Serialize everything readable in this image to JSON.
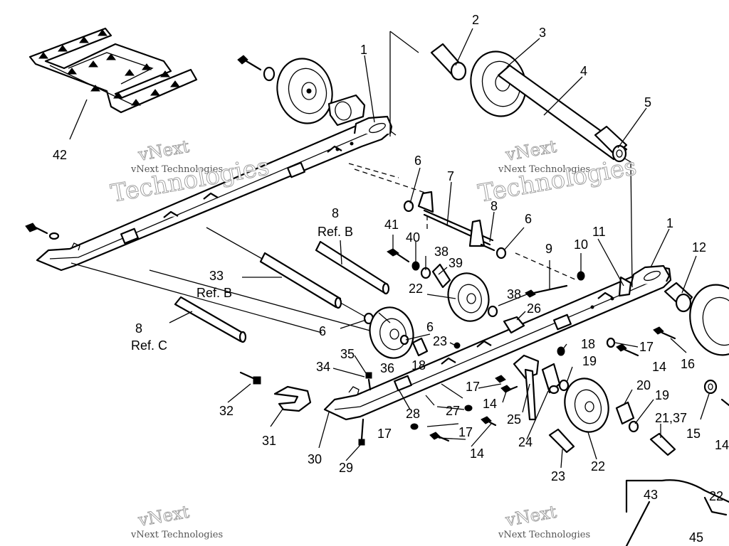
{
  "watermark": {
    "line_top": "vNext",
    "line_small": "vNext Technologies",
    "line_big": "Technologies"
  },
  "callouts": {
    "c1": "1",
    "c1b": "1",
    "c2": "2",
    "c3": "3",
    "c4": "4",
    "c5": "5",
    "c6a": "6",
    "c6b": "6",
    "c6c": "6",
    "c6d": "6",
    "c7": "7",
    "c8a": "8",
    "c8b": "8",
    "c8c": "8",
    "ref_b1": "Ref. B",
    "ref_b2": "Ref. B",
    "ref_c": "Ref. C",
    "c9": "9",
    "c10": "10",
    "c11": "11",
    "c12": "12",
    "c14a": "14",
    "c14b": "14",
    "c14c": "14",
    "c14d": "14",
    "c15": "15",
    "c16": "16",
    "c17a": "17",
    "c17b": "17",
    "c17c": "17",
    "c17d": "17",
    "c18a": "18",
    "c18b": "18",
    "c19a": "19",
    "c19b": "19",
    "c20": "20",
    "c21": "21,37",
    "c22a": "22",
    "c22b": "22",
    "c22c": "22",
    "c23a": "23",
    "c23b": "23",
    "c24": "24",
    "c25": "25",
    "c26": "26",
    "c27": "27",
    "c28": "28",
    "c29": "29",
    "c30": "30",
    "c31": "31",
    "c32": "32",
    "c33": "33",
    "c34": "34",
    "c35": "35",
    "c36": "36",
    "c38a": "38",
    "c38b": "38",
    "c39": "39",
    "c40": "40",
    "c41": "41",
    "c42": "42",
    "c43": "43",
    "c45": "45"
  }
}
